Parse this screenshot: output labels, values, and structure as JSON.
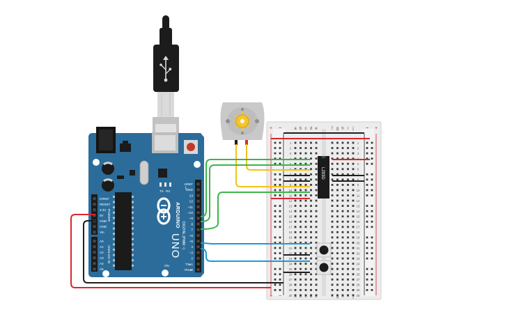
{
  "arduino": {
    "brand": "ARDUINO",
    "model": "UNO",
    "digital_label": "DIGITAL (PWM ~)",
    "analog_label": "ANALOG IN",
    "power_label": "POWER",
    "on_label": "ON",
    "tx_label": "TX",
    "rx_label": "RX",
    "l_label": "L",
    "digital_pins": [
      "AREF",
      "GND",
      "13",
      "12",
      "~11",
      "~10",
      "~9",
      "8",
      "7",
      "~6",
      "~5",
      "4",
      "~3",
      "2",
      "TX▸1",
      "RX◂0"
    ],
    "power_pins": [
      "IOREF",
      "RESET",
      "3.3V",
      "5V",
      "GND",
      "GND",
      "Vin"
    ],
    "analog_pins": [
      "A0",
      "A1",
      "A2",
      "A3",
      "A4",
      "A5"
    ]
  },
  "breadboard": {
    "columns_left": [
      "a",
      "b",
      "c",
      "d",
      "e"
    ],
    "columns_right": [
      "f",
      "g",
      "h",
      "i",
      "j"
    ],
    "rail_plus": "+",
    "rail_minus": "−",
    "row_count": 30
  },
  "chip": {
    "label": "L293D"
  },
  "colors": {
    "arduino_board": "#2b6c9a",
    "breadboard": "#ececec",
    "wire_red": "#d8272e",
    "wire_black": "#1e1e1e",
    "wire_green": "#3bb54a",
    "wire_yellow": "#f2c31a",
    "wire_blue": "#1a9ad6",
    "motor_body": "#c9c9c9",
    "motor_shaft": "#f7c52b"
  },
  "icons": {
    "usb": "usb-icon",
    "arduino_logo": "infinity-logo-icon",
    "motor": "dc-motor-icon"
  }
}
